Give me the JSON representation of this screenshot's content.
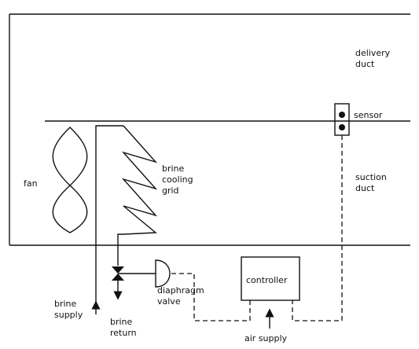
{
  "labels": {
    "delivery_line1": "delivery",
    "delivery_line2": "duct",
    "sensor": "sensor",
    "suction_line1": "suction",
    "suction_line2": "duct",
    "fan": "fan",
    "brine_grid_line1": "brine",
    "brine_grid_line2": "cooling",
    "brine_grid_line3": "grid",
    "diaphragm_line1": "diaphragm",
    "diaphragm_line2": "valve",
    "controller": "controller",
    "brine_supply_line1": "brine",
    "brine_supply_line2": "supply",
    "brine_return_line1": "brine",
    "brine_return_line2": "return",
    "air_supply": "air supply"
  }
}
